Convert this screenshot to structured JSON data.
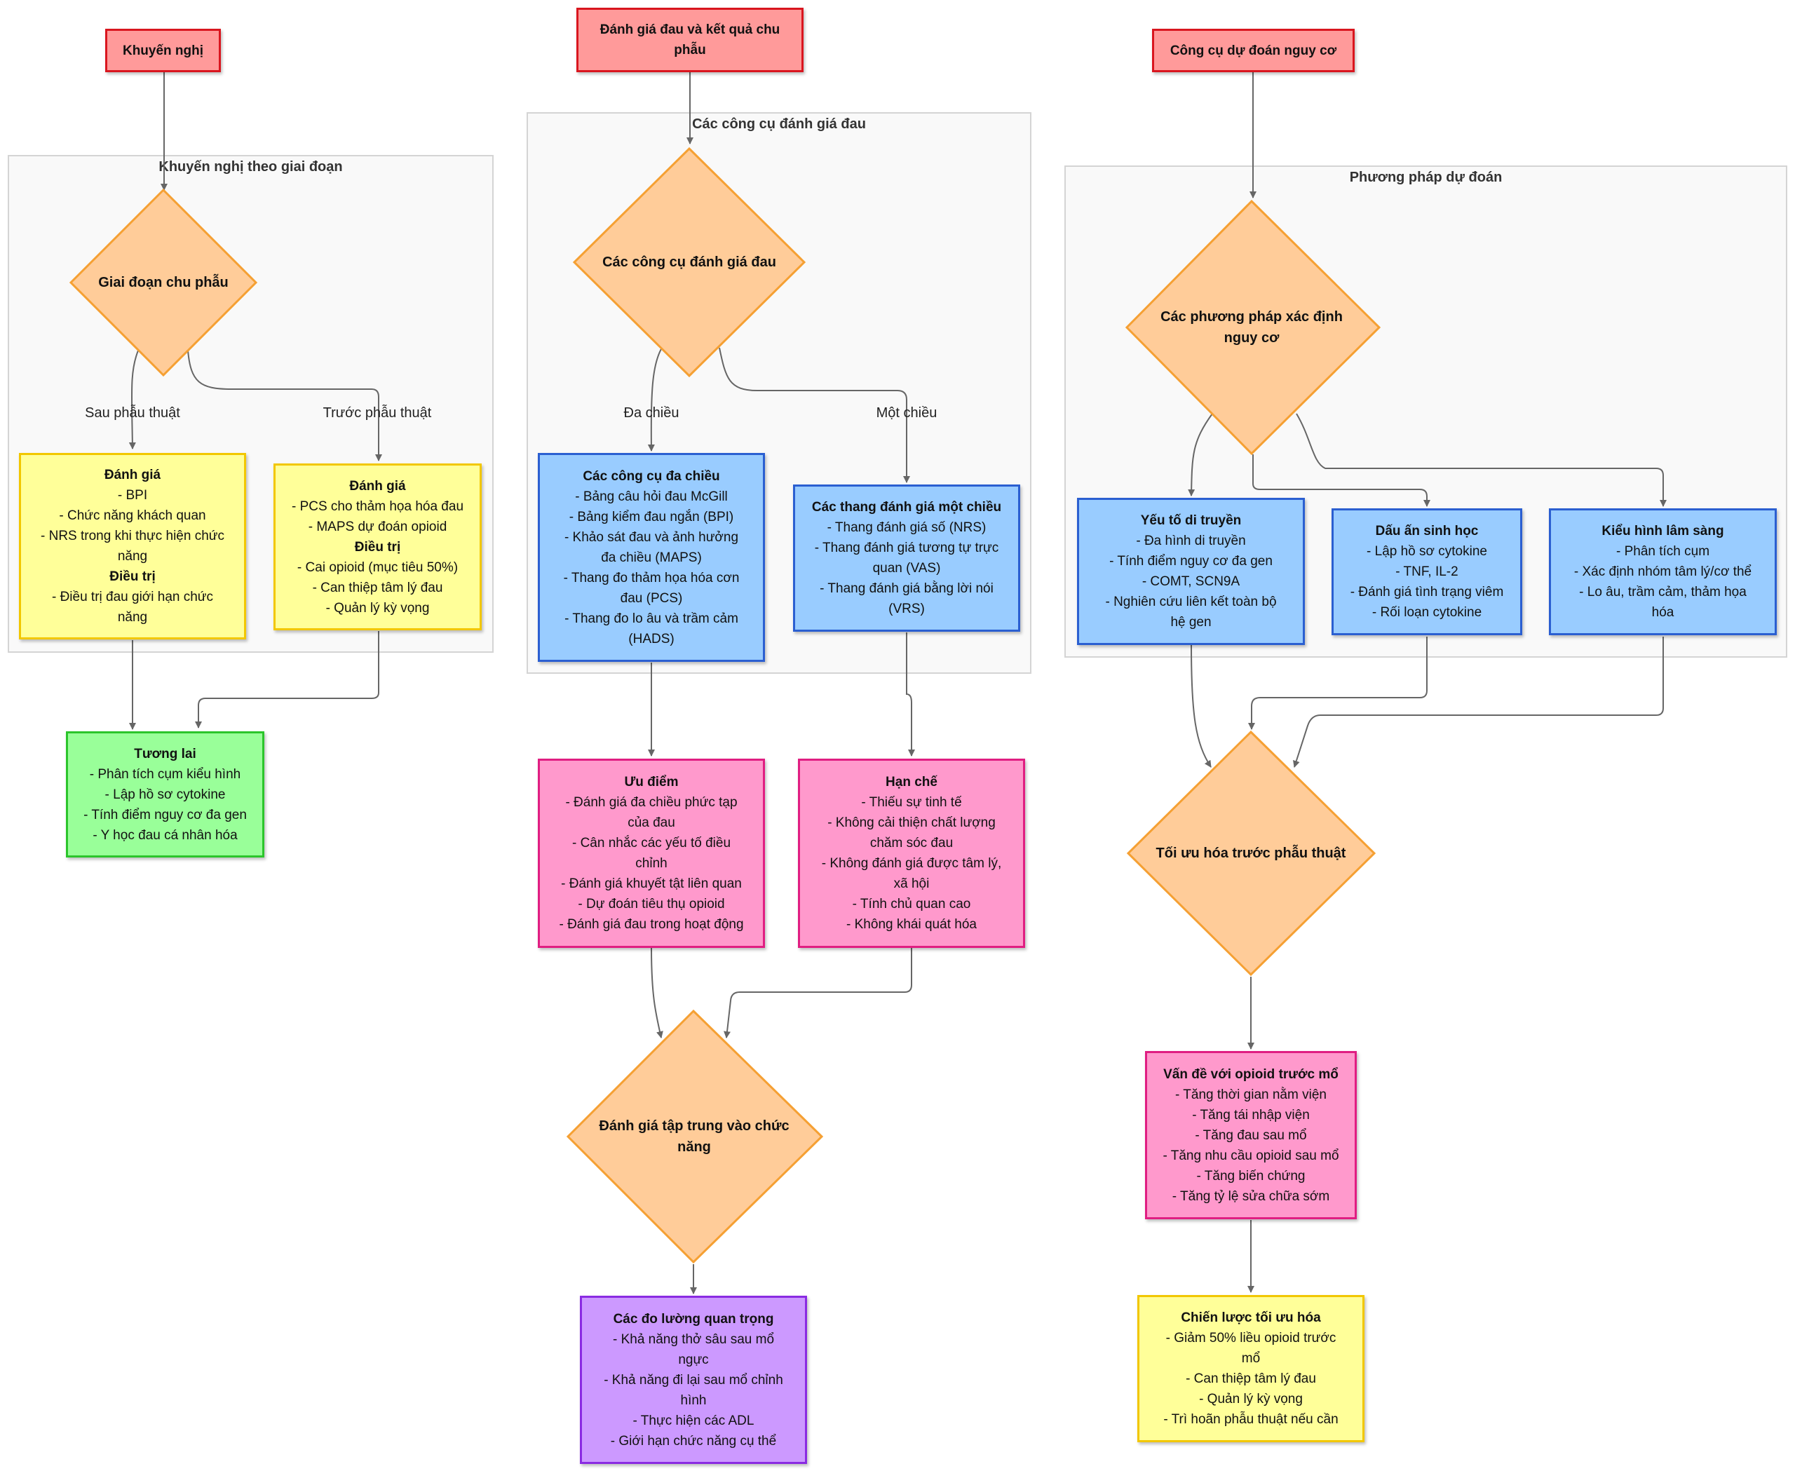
{
  "colors": {
    "red_fill": "#ff9a9a",
    "red_border": "#d9161f",
    "diamond_fill": "#ffcc99",
    "diamond_border": "#f5a033",
    "yellow_fill": "#ffff99",
    "blue_fill": "#99ccff",
    "pink_fill": "#ff99cc",
    "green_fill": "#99ff99",
    "purple_fill": "#cc99ff",
    "edge": "#666666"
  },
  "left": {
    "header": "Khuyến nghị",
    "cluster_title": "Khuyến nghị theo giai đoạn",
    "diamond": "Giai đoạn chu phẫu",
    "edge_post": "Sau phẫu thuật",
    "edge_pre": "Trước phẫu thuật",
    "post_box": {
      "title1": "Đánh giá",
      "items1": [
        "- BPI",
        "- Chức năng khách quan",
        "- NRS trong khi thực hiện chức năng"
      ],
      "title2": "Điều trị",
      "items2": [
        "- Điều trị đau giới hạn chức năng"
      ]
    },
    "pre_box": {
      "title1": "Đánh giá",
      "items1": [
        "- PCS cho thảm họa hóa đau",
        "- MAPS dự đoán opioid"
      ],
      "title2": "Điều trị",
      "items2": [
        "- Cai opioid (mục tiêu 50%)",
        "- Can thiệp tâm lý đau",
        "- Quản lý kỳ vọng"
      ]
    },
    "future_box": {
      "title": "Tương lai",
      "items": [
        "- Phân tích cụm kiểu hình",
        "- Lập hồ sơ cytokine",
        "- Tính điểm nguy cơ đa gen",
        "- Y học đau cá nhân hóa"
      ]
    }
  },
  "middle": {
    "header": "Đánh giá đau và kết quả chu phẫu",
    "cluster_title": "Các công cụ đánh giá đau",
    "diamond": "Các công cụ đánh giá đau",
    "edge_multi": "Đa chiều",
    "edge_uni": "Một chiều",
    "multi_box": {
      "title": "Các công cụ đa chiều",
      "items": [
        "- Bảng câu hỏi đau McGill",
        "- Bảng kiểm đau ngắn (BPI)",
        "- Khảo sát đau và ảnh hưởng đa chiều (MAPS)",
        "- Thang đo thảm họa hóa cơn đau (PCS)",
        "- Thang đo lo âu và trầm cảm (HADS)"
      ]
    },
    "uni_box": {
      "title": "Các thang đánh giá một chiều",
      "items": [
        "- Thang đánh giá số (NRS)",
        "- Thang đánh giá tương tự trực quan (VAS)",
        "- Thang đánh giá bằng lời nói (VRS)"
      ]
    },
    "pros_box": {
      "title": "Ưu điểm",
      "items": [
        "- Đánh giá đa chiều phức tạp của đau",
        "- Cân nhắc các yếu tố điều chỉnh",
        "- Đánh giá khuyết tật liên quan",
        "- Dự đoán tiêu thụ opioid",
        "- Đánh giá đau trong hoạt động"
      ]
    },
    "cons_box": {
      "title": "Hạn chế",
      "items": [
        "- Thiếu sự tinh tế",
        "- Không cải thiện chất lượng chăm sóc đau",
        "- Không đánh giá được tâm lý, xã hội",
        "- Tính chủ quan cao",
        "- Không khái quát hóa"
      ]
    },
    "func_diamond": "Đánh giá tập trung vào chức năng",
    "measures_box": {
      "title": "Các đo lường quan trọng",
      "items": [
        "- Khả năng thở sâu sau mổ ngực",
        "- Khả năng đi lại sau mổ chỉnh hình",
        "- Thực hiện các ADL",
        "- Giới hạn chức năng cụ thể"
      ]
    }
  },
  "right": {
    "header": "Công cụ dự đoán nguy cơ",
    "cluster_title": "Phương pháp dự đoán",
    "diamond": "Các phương pháp xác định nguy cơ",
    "genetic_box": {
      "title": "Yếu tố di truyền",
      "items": [
        "- Đa hình di truyền",
        "- Tính điểm nguy cơ đa gen",
        "- COMT, SCN9A",
        "- Nghiên cứu liên kết toàn bộ hệ gen"
      ]
    },
    "bio_box": {
      "title": "Dấu ấn sinh học",
      "items": [
        "- Lập hồ sơ cytokine",
        "- TNF, IL-2",
        "- Đánh giá tình trạng viêm",
        "- Rối loạn cytokine"
      ]
    },
    "pheno_box": {
      "title": "Kiểu hình lâm sàng",
      "items": [
        "- Phân tích cụm",
        "- Xác định nhóm tâm lý/cơ thể",
        "- Lo âu, trầm cảm, thảm họa hóa"
      ]
    },
    "opt_diamond": "Tối ưu hóa trước phẫu thuật",
    "opioid_box": {
      "title": "Vấn đề với opioid trước mổ",
      "items": [
        "- Tăng thời gian nằm viện",
        "- Tăng tái nhập viện",
        "- Tăng đau sau mổ",
        "- Tăng nhu cầu opioid sau mổ",
        "- Tăng biến chứng",
        "- Tăng tỷ lệ sửa chữa sớm"
      ]
    },
    "strategy_box": {
      "title": "Chiến lược tối ưu hóa",
      "items": [
        "- Giảm 50% liều opioid trước mổ",
        "- Can thiệp tâm lý đau",
        "- Quản lý kỳ vọng",
        "- Trì hoãn phẫu thuật nếu cần"
      ]
    }
  }
}
